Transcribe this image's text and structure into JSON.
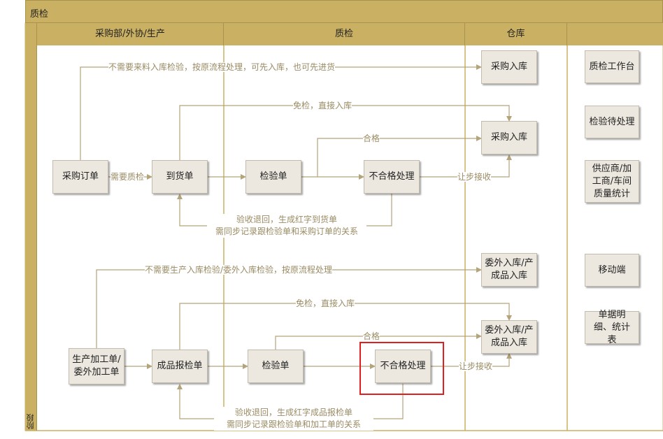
{
  "pool": {
    "title": "质检",
    "stage_label": "阶段"
  },
  "lanes": [
    "采购部/外协/生产",
    "质检",
    "仓库",
    ""
  ],
  "nodes": {
    "po": "采购订单",
    "arrival": "到货单",
    "inspect1": "检验单",
    "ng1": "不合格处理",
    "stockin_a": "采购入库",
    "stockin_b": "采购入库",
    "prod_order": "生产加工单/委外加工单",
    "fg_inspect_req": "成品报检单",
    "inspect2": "检验单",
    "ng2": "不合格处理",
    "out_in_a": "委外入库/产成品入库",
    "out_in_b": "委外入库/产成品入库"
  },
  "side_panel": [
    "质检工作台",
    "检验待处理",
    "供应商/加工商/车间质量统计",
    "移动端",
    "单据明细、统计表"
  ],
  "edge_labels": {
    "skip_purchase": "不需要来料入库检验，按原流程处理，可先入库，也可先进货",
    "need_qc": "需要质检",
    "exempt1": "免检，直接入库",
    "pass1": "合格",
    "concession1": "让步接收",
    "return1_line1": "验收退回，生成红字到货单",
    "return1_line2": "需同步记录跟检验单和采购订单的关系",
    "skip_production": "不需要生产入库检验/委外入库检验，按原流程处理",
    "exempt2": "免检，直接入库",
    "pass2": "合格",
    "concession2": "让步接收",
    "return2_line1": "验收退回，生成红字成品报检单",
    "return2_line2": "需同步记录跟检验单和加工单的关系"
  },
  "colors": {
    "lane_header": "#c9b063",
    "node_fill": "#ece8df",
    "connector": "#b5a37a",
    "highlight": "#e02020"
  }
}
